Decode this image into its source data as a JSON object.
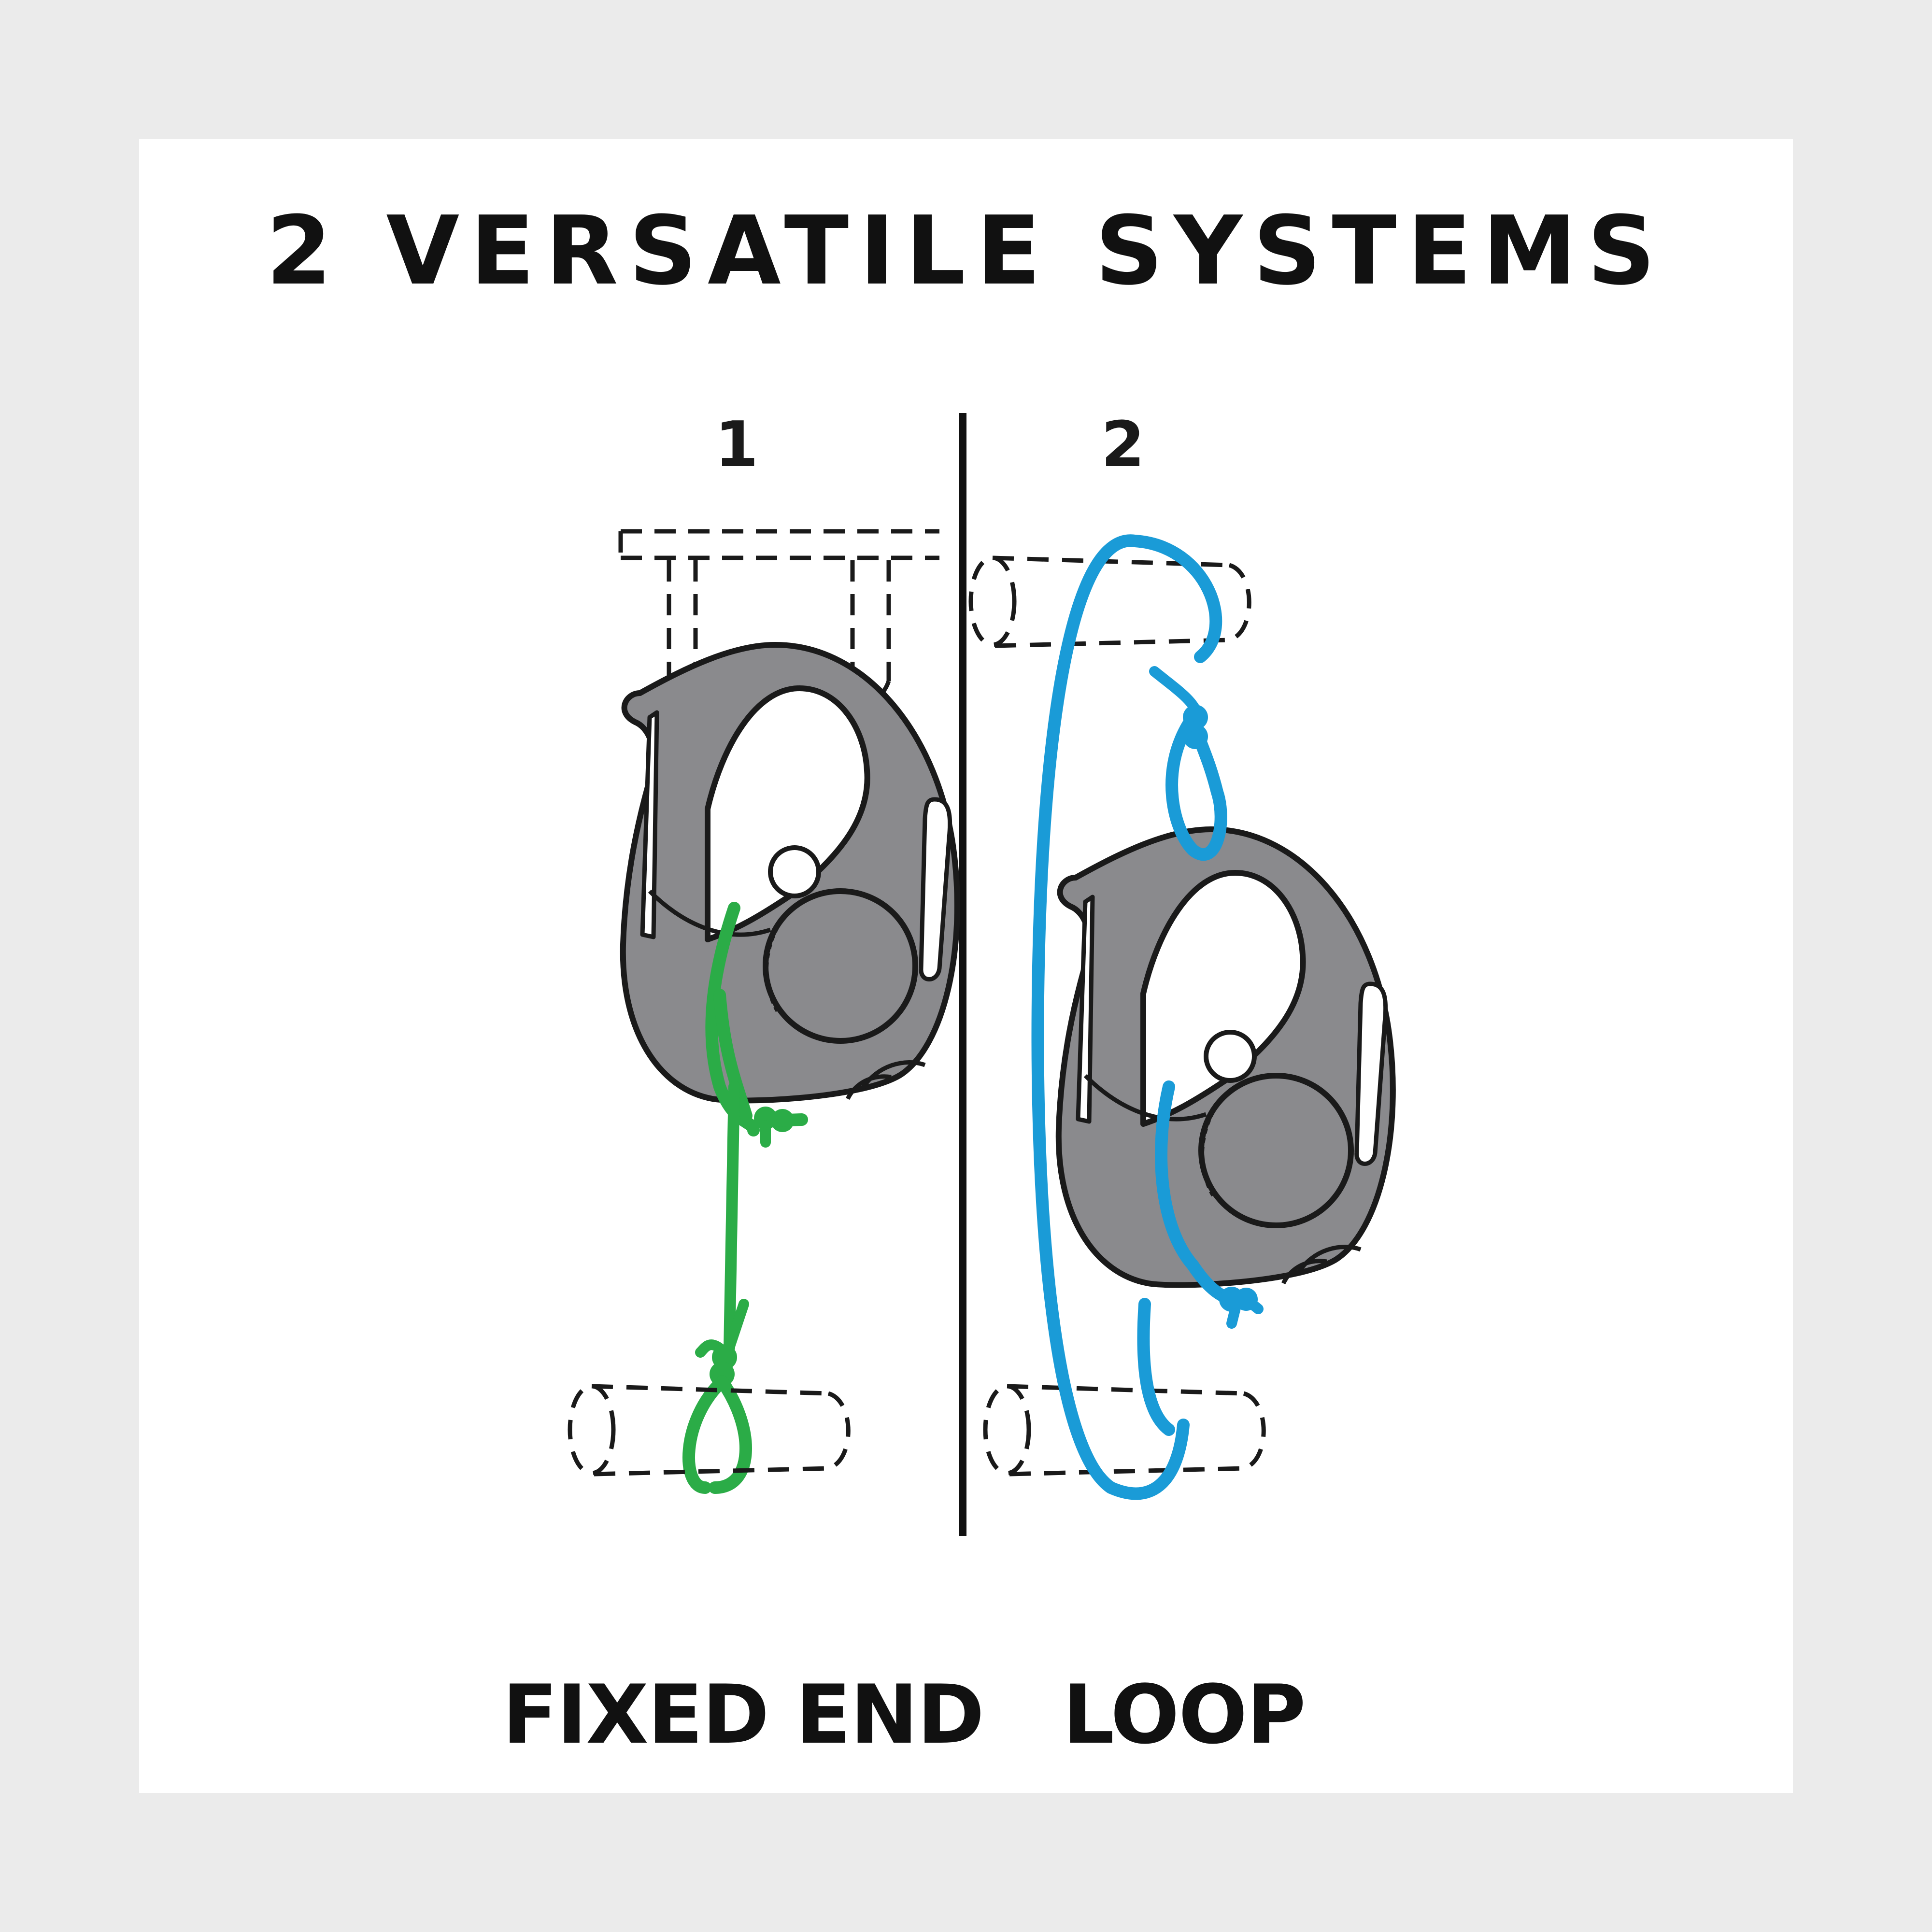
{
  "title": "2 VERSATILE SYSTEMS",
  "systems": [
    {
      "number": "1",
      "label": "FIXED END",
      "cord_color": "#2bac47"
    },
    {
      "number": "2",
      "label": "LOOP",
      "cord_color": "#1a9bd7"
    }
  ],
  "colors": {
    "background": "#ebebeb",
    "panel": "#ffffff",
    "carabiner": "#8a8a8d",
    "outline": "#1a1a1a"
  }
}
